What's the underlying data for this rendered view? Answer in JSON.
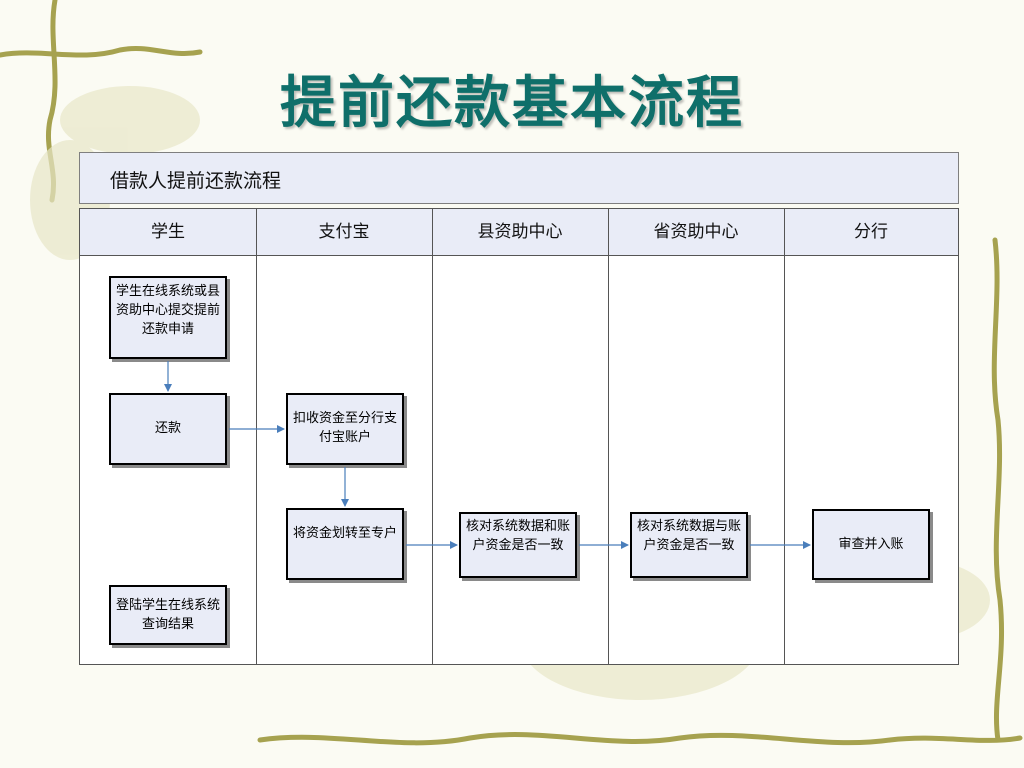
{
  "slide": {
    "title": "提前还款基本流程"
  },
  "diagram": {
    "header": "借款人提前还款流程",
    "lanes": [
      "学生",
      "支付宝",
      "县资助中心",
      "省资助中心",
      "分行"
    ],
    "nodes": {
      "apply": "学生在线系统或县资助中心提交提前还款申请",
      "repay": "还款",
      "deduct": "扣收资金至分行支付宝账户",
      "transfer": "将资金划转至专户",
      "county_check": "核对系统数据和账户资金是否一致",
      "province_check": "核对系统数据与账户资金是否一致",
      "review": "审查并入账",
      "login": "登陆学生在线系统查询结果"
    }
  },
  "colors": {
    "title": "#0f6f6a",
    "box_fill": "#e9ecf7",
    "arrow": "#4a7ebb"
  }
}
